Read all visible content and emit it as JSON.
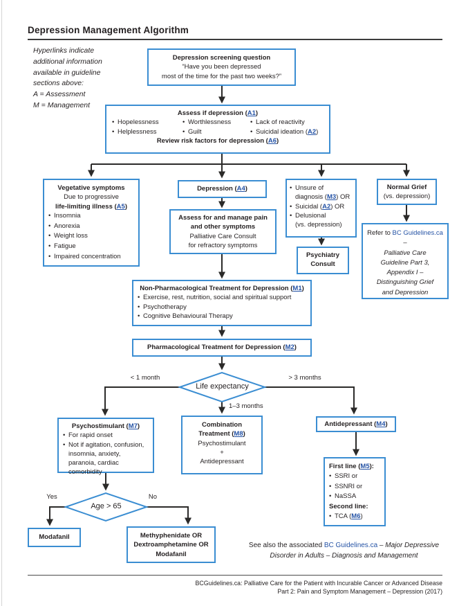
{
  "page": {
    "title": "Depression Management Algorithm",
    "note": "Hyperlinks indicate\nadditional information\navailable in guideline\nsections above:\nA = Assessment\nM = Management",
    "see_also": {
      "pre": "See also the associated ",
      "link": "BC Guidelines.ca",
      "post_italic_1": " – Major Depressive",
      "post_italic_2": "Disorder in Adults – Diagnosis and Management"
    },
    "footer": {
      "line1": "BCGuidelines.ca: Palliative Care for the Patient with Incurable Cancer or Advanced Disease",
      "line2": "Part 2: Pain and Symptom Management – Depression (2017)"
    }
  },
  "colors": {
    "box_border": "#3a8dd2",
    "link": "#2553a5",
    "arrow": "#2b2a29",
    "text": "#231f20"
  },
  "nodes": {
    "screening": {
      "title": "Depression screening question",
      "q1": "“Have you been depressed",
      "q2": "most of the time for the past two weeks?”"
    },
    "assess": {
      "t1": "Assess if depression (",
      "link": "A1",
      "t2": ")",
      "b1": "Hopelessness",
      "b2": "Helplessness",
      "b3": "Worthlessness",
      "b4": "Guilt",
      "b5": "Lack of reactivity",
      "b6": "Suicidal ideation (",
      "b6_link": "A2",
      "b6_post": ")",
      "r1": "Review risk factors for depression (",
      "r_link": "A6",
      "r2": ")"
    },
    "vegetative": {
      "title": "Vegetative symptoms",
      "sub1": "Due to progressive",
      "sub2": "life-limiting illness (",
      "sub2_link": "A5",
      "sub2_post": ")",
      "b0": "Insomnia",
      "b1": "Anorexia",
      "b2": "Weight loss",
      "b3": "Fatigue",
      "b4": "Impaired concentration"
    },
    "depression": {
      "t1": "Depression (",
      "link": "A4",
      "t2": ")"
    },
    "pain": {
      "t1": "Assess for and manage pain",
      "t2": "and other symptoms",
      "l1": "Palliative Care Consult",
      "l2": "for refractory symptoms"
    },
    "unsure": {
      "b1a": "Unsure of",
      "b1b": "diagnosis (",
      "b1_link": "M3",
      "b1c": ") OR",
      "b2a": "Suicidal (",
      "b2_link": "A2",
      "b2b": ") OR",
      "b3a": "Delusional",
      "b3b": "(vs. depression)"
    },
    "psychiatry": {
      "l1": "Psychiatry",
      "l2": "Consult"
    },
    "grief": {
      "title": "Normal Grief",
      "sub": "(vs. depression)"
    },
    "refer": {
      "pre": "Refer to ",
      "link": "BC Guidelines.ca",
      "dash": " –",
      "i1": "Palliative Care",
      "i2": "Guideline Part 3,",
      "i3": "Appendix I –",
      "i4": "Distinguishing Grief",
      "i5": "and Depression"
    },
    "nonpharm": {
      "t1": "Non-Pharmacological Treatment for Depression (",
      "link": "M1",
      "t2": ")",
      "b1": "Exercise, rest, nutrition, social and spiritual support",
      "b2": "Psychotherapy",
      "b3": "Cognitive Behavioural Therapy"
    },
    "pharm": {
      "t1": "Pharmacological Treatment for Depression (",
      "link": "M2",
      "t2": ")"
    },
    "life": {
      "label": "Life expectancy",
      "left": "< 1 month",
      "right": "> 3 months",
      "down": "1–3 months"
    },
    "psychostim": {
      "t1": "Psychostimulant (",
      "link": "M7",
      "t2": ")",
      "b1": "For rapid onset",
      "b2": "Not if agitation, confusion, insomnia, anxiety, paranoia, cardiac comorbidity"
    },
    "combo": {
      "t1": "Combination",
      "t2a": "Treatment (",
      "link": "M8",
      "t2b": ")",
      "l1": "Psychostimulant",
      "l2": "+",
      "l3": "Antidepressant"
    },
    "antidep": {
      "t1": "Antidepressant (",
      "link": "M4",
      "t2": ")"
    },
    "firstline": {
      "h1a": "First line (",
      "h1_link": "M5",
      "h1b": "):",
      "b1": "SSRI or",
      "b2": "SSNRI or",
      "b3": "NaSSA",
      "h2": "Second line:",
      "b4a": "TCA (",
      "b4_link": "M6",
      "b4b": ")"
    },
    "age": {
      "label": "Age > 65",
      "yes": "Yes",
      "no": "No"
    },
    "modafanil": {
      "t": "Modafanil"
    },
    "methyl": {
      "l1": "Methyphenidate OR",
      "l2": "Dextroamphetamine OR",
      "l3": "Modafanil"
    }
  }
}
